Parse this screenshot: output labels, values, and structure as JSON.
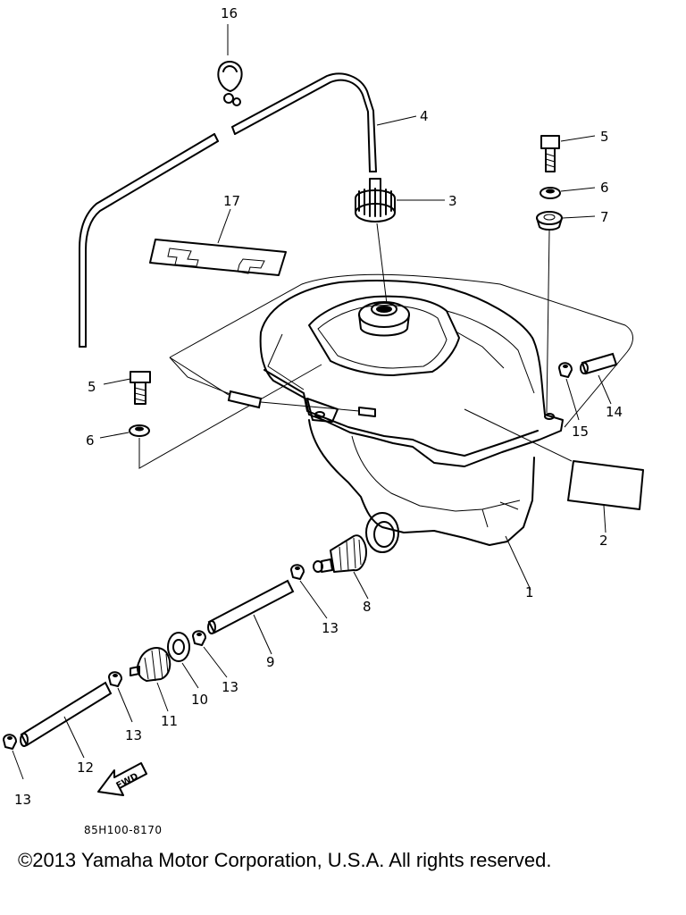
{
  "diagram": {
    "callouts": {
      "c1": "1",
      "c2": "2",
      "c3": "3",
      "c4": "4",
      "c5a": "5",
      "c5b": "5",
      "c6a": "6",
      "c6b": "6",
      "c7": "7",
      "c8": "8",
      "c9": "9",
      "c10": "10",
      "c11": "11",
      "c12": "12",
      "c13a": "13",
      "c13b": "13",
      "c13c": "13",
      "c13d": "13",
      "c14": "14",
      "c15": "15",
      "c16": "16",
      "c17": "17"
    },
    "fwd_label": "FWD",
    "drawing_code": "85H100-8170"
  },
  "footer": {
    "copyright": "©2013 Yamaha Motor Corporation, U.S.A. All rights reserved."
  }
}
